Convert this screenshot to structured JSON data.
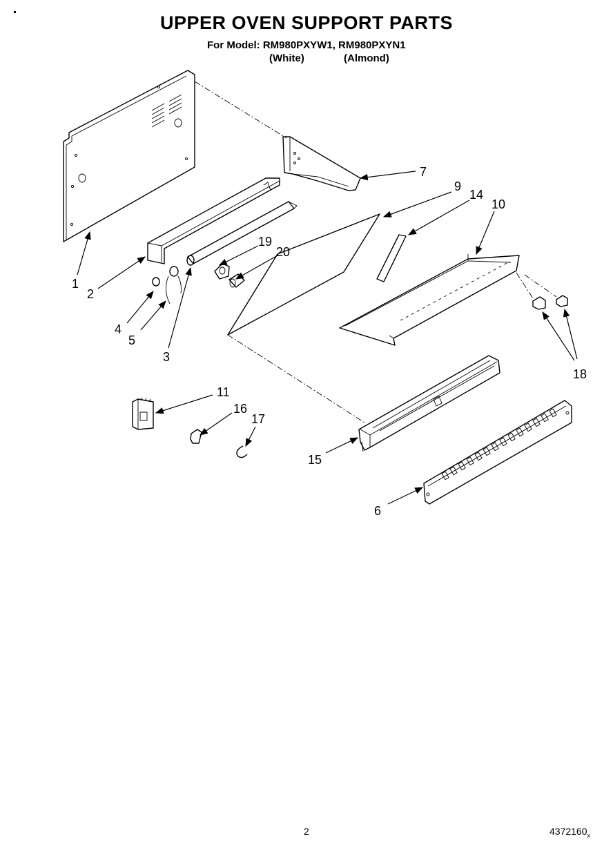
{
  "header": {
    "title": "UPPER OVEN SUPPORT PARTS",
    "model_line": "For Model: RM980PXYW1, RM980PXYN1",
    "variant_white": "(White)",
    "variant_almond": "(Almond)"
  },
  "callouts": {
    "c1": "1",
    "c2": "2",
    "c3": "3",
    "c4": "4",
    "c5": "5",
    "c6": "6",
    "c7": "7",
    "c9": "9",
    "c10": "10",
    "c11": "11",
    "c14": "14",
    "c15": "15",
    "c16": "16",
    "c17": "17",
    "c18": "18",
    "c19": "19",
    "c20": "20"
  },
  "footer": {
    "page_number": "2",
    "doc_number": "4372160",
    "doc_suffix": "x"
  }
}
